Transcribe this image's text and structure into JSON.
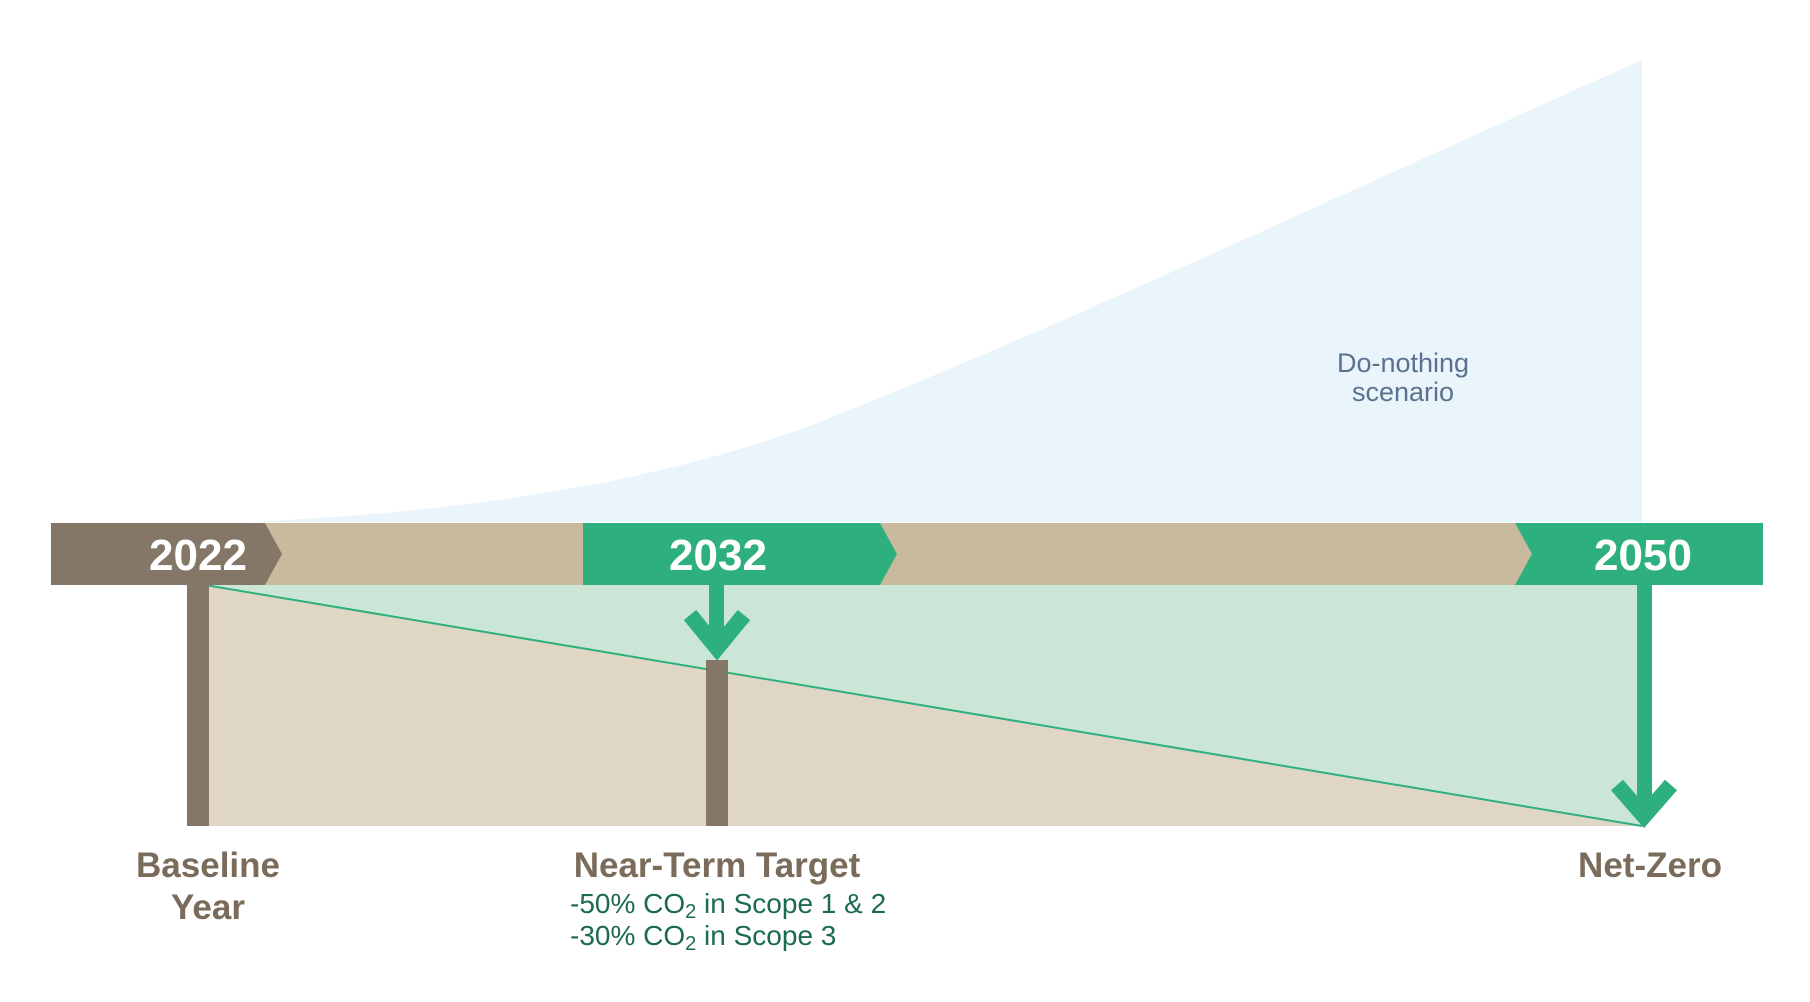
{
  "colors": {
    "brown_dark": "#847767",
    "tan": "#C9BA9D",
    "tan_light": "#E0D6C5",
    "green": "#2DB07D",
    "green_light": "#CBE6D6",
    "green_text": "#1C6B4A",
    "sky": "#E9F4FB",
    "scenario_text": "#5A7290",
    "label_brown": "#7A6B5B"
  },
  "timeline": {
    "years": {
      "baseline": "2022",
      "near_term": "2032",
      "net_zero": "2050"
    }
  },
  "milestones": {
    "baseline": {
      "line1": "Baseline",
      "line2": "Year"
    },
    "near_term": {
      "title": "Near-Term Target",
      "detail1": {
        "prefix": "-50% CO",
        "subscript": "2",
        "suffix": " in Scope 1 & 2"
      },
      "detail2": {
        "prefix": "-30% CO",
        "subscript": "2",
        "suffix": " in Scope 3"
      }
    },
    "net_zero": {
      "title": "Net-Zero"
    }
  },
  "scenario": {
    "line1": "Do-nothing",
    "line2": "scenario"
  }
}
